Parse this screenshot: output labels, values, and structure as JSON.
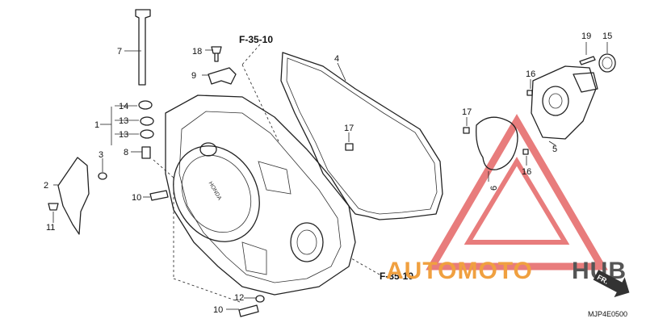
{
  "diagram": {
    "part_numbers": [
      "1",
      "2",
      "3",
      "4",
      "5",
      "6",
      "7",
      "8",
      "9",
      "10",
      "10",
      "11",
      "12",
      "13",
      "13",
      "14",
      "15",
      "16",
      "16",
      "17",
      "17",
      "18",
      "19"
    ],
    "section_refs": [
      "F-35-10",
      "F-35-10"
    ],
    "code": "MJP4E0500",
    "fr_arrow": "FR.",
    "watermark": {
      "part1": "AUTOMOTO",
      "part2": "HUB",
      "color1": "#f0a040",
      "color2": "#555555",
      "triangle_color": "#e05050"
    }
  }
}
